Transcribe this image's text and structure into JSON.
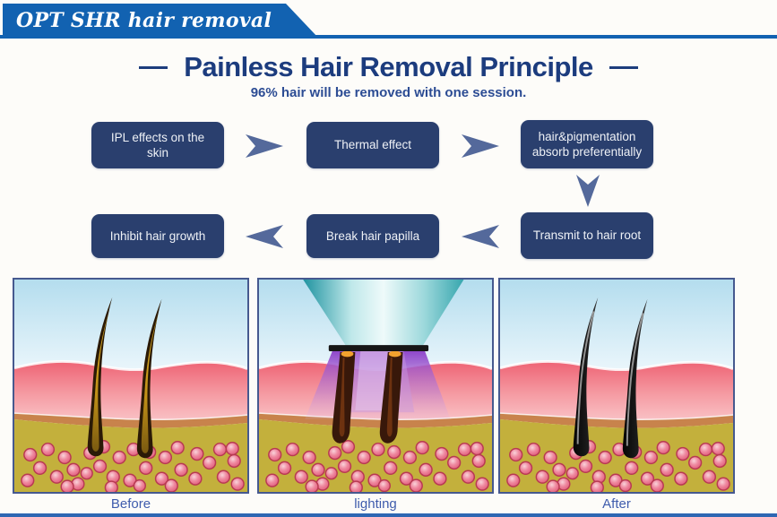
{
  "header": {
    "brand": "OPT SHR hair removal"
  },
  "title": {
    "text": "Painless Hair Removal Principle",
    "subtitle": "96% hair will be removed with one session."
  },
  "flow": {
    "steps": [
      {
        "label": "IPL effects on the skin"
      },
      {
        "label": "Thermal effect"
      },
      {
        "label": "hair&pigmentation absorb preferentially"
      },
      {
        "label": "Transmit to hair root"
      },
      {
        "label": "Break hair papilla"
      },
      {
        "label": "Inhibit hair growth"
      }
    ]
  },
  "panels": [
    {
      "caption": "Before"
    },
    {
      "caption": "lighting"
    },
    {
      "caption": "After"
    }
  ],
  "colors": {
    "banner_blue": "#1262b1",
    "title_blue": "#1c3c7e",
    "box_navy": "#2a3f6e",
    "arrow_blue": "#54699b",
    "caption_blue": "#3f5cad",
    "bottom_line_blue": "#2e67b3",
    "skin_pink": "#ee6374",
    "dermis_olive": "#c3b03c",
    "tan_layer": "#c8834c",
    "fat_cell_pink": "#e05575",
    "device_teal": "#2f9fae",
    "beam_purple": "#9b4fd0"
  }
}
